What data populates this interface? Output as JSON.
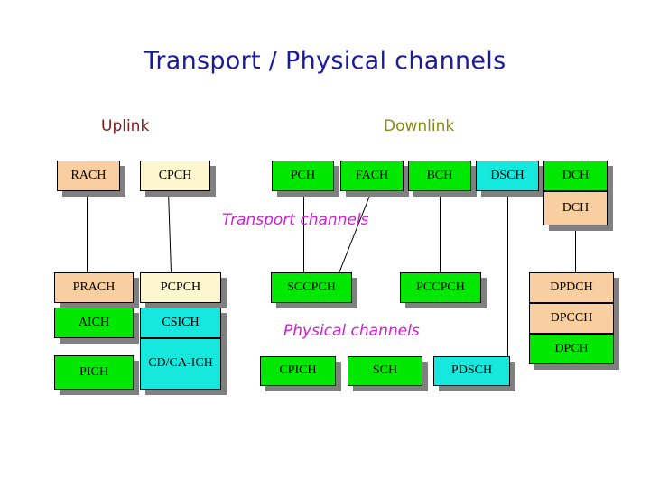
{
  "slide": {
    "title": "Transport / Physical channels",
    "headers": {
      "uplink": "Uplink",
      "downlink": "Downlink"
    },
    "layer_labels": {
      "transport": "Transport channels",
      "physical": "Physical channels"
    }
  },
  "colors": {
    "title": "#1b1b99",
    "uplink": "#7b1b1b",
    "downlink": "#8a8a12",
    "layer_label": "#d01fd0",
    "green": "#00e800",
    "cyan": "#16e8de",
    "peach": "#f9cfa2",
    "cream": "#fcf7cf",
    "shadow": "#808080",
    "border": "#000000"
  },
  "transport_channels": [
    {
      "label": "RACH",
      "fill": "peach",
      "direction": "uplink"
    },
    {
      "label": "CPCH",
      "fill": "cream",
      "direction": "uplink"
    },
    {
      "label": "PCH",
      "fill": "green",
      "direction": "downlink"
    },
    {
      "label": "FACH",
      "fill": "green",
      "direction": "downlink"
    },
    {
      "label": "BCH",
      "fill": "green",
      "direction": "downlink"
    },
    {
      "label": "DSCH",
      "fill": "cyan",
      "direction": "downlink"
    },
    {
      "label": "DCH",
      "fill": "green",
      "direction": "downlink"
    },
    {
      "label": "DCH",
      "fill": "peach",
      "direction": "uplink"
    }
  ],
  "physical_channels": [
    {
      "label": "PRACH",
      "fill": "peach"
    },
    {
      "label": "AICH",
      "fill": "green"
    },
    {
      "label": "PICH",
      "fill": "green"
    },
    {
      "label": "PCPCH",
      "fill": "cream"
    },
    {
      "label": "CSICH",
      "fill": "cyan"
    },
    {
      "label": "CD/CA-ICH",
      "fill": "cyan"
    },
    {
      "label": "SCCPCH",
      "fill": "green"
    },
    {
      "label": "PCCPCH",
      "fill": "green"
    },
    {
      "label": "CPICH",
      "fill": "green"
    },
    {
      "label": "SCH",
      "fill": "green"
    },
    {
      "label": "PDSCH",
      "fill": "cyan"
    },
    {
      "label": "DPDCH",
      "fill": "peach"
    },
    {
      "label": "DPCCH",
      "fill": "peach"
    },
    {
      "label": "DPCH",
      "fill": "green"
    }
  ]
}
